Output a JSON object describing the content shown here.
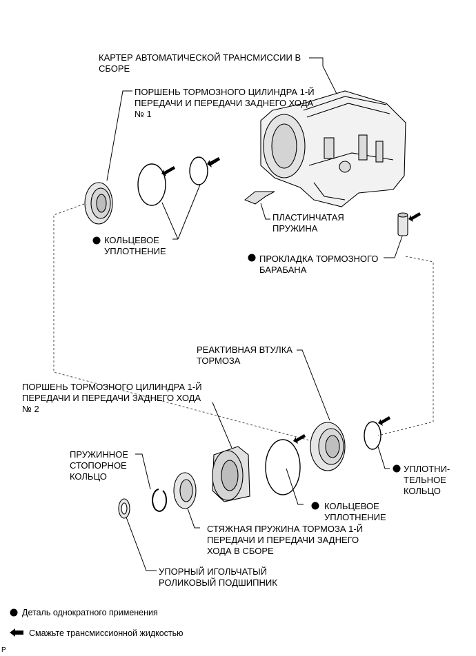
{
  "labels": {
    "case": "КАРТЕР АВТОМАТИЧЕСКОЙ ТРАНСМИССИИ В\nСБОРЕ",
    "piston1": "ПОРШЕНЬ ТОРМОЗНОГО ЦИЛИНДРА 1-Й\nПЕРЕДАЧИ И ПЕРЕДАЧИ ЗАДНЕГО ХОДА\n№ 1",
    "oring1": "КОЛЬЦЕВОЕ\nУПЛОТНЕНИЕ",
    "leaf_spring": "ПЛАСТИНЧАТАЯ\nПРУЖИНА",
    "drum_gasket": "ПРОКЛАДКА ТОРМОЗНОГО\nБАРАБАНА",
    "reaction_sleeve": "РЕАКТИВНАЯ ВТУЛКА\nТОРМОЗА",
    "piston2": "ПОРШЕНЬ ТОРМОЗНОГО ЦИЛИНДРА 1-Й\nПЕРЕДАЧИ И ПЕРЕДАЧИ ЗАДНЕГО ХОДА\n№ 2",
    "snap_ring": "ПРУЖИННОЕ\nСТОПОРНОЕ\nКОЛЬЦО",
    "seal_ring": "УПЛОТНИ-\nТЕЛЬНОЕ\nКОЛЬЦО",
    "oring2": "КОЛЬЦЕВОЕ\nУПЛОТНЕНИЕ",
    "return_spring": "СТЯЖНАЯ ПРУЖИНА ТОРМОЗА 1-Й\nПЕРЕДАЧИ И ПЕРЕДАЧИ ЗАДНЕГО\nХОДА В СБОРЕ",
    "bearing": "УПОРНЫЙ ИГОЛЬЧАТЫЙ\nРОЛИКОВЫЙ ПОДШИПНИК"
  },
  "legend": {
    "non_reusable": "Деталь однократного применения",
    "apply_fluid": "Смажьте трансмиссионной жидкостью"
  },
  "ref_code": "P"
}
